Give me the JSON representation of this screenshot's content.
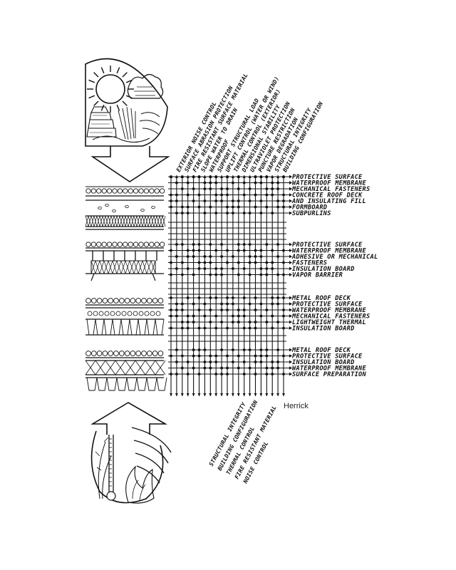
{
  "top_functions": [
    "EXTERIOR NOISE CONTROL",
    "SURFACE ABRASION PROTECTION",
    "FIRE RESISTANT SURFACE MATERIAL",
    "SLOPE WATER TO DRAIN",
    "WATERPROOF",
    "SUPPORT STRUCTURAL LOAD",
    "UPLIFT CONTROL (WATER OR WIND)",
    "THERMAL CONTROL (EXTERIOR)",
    "DIMENSIONAL STABILITY",
    "ULTRAVIOLET PROTECTION",
    "PUNCTURE RESTRICTION",
    "VAPOR DEGRADATION",
    "STRUCTURAL INTEGRITY",
    "BUILDING CONFIGURATION"
  ],
  "systems": [
    {
      "layers": [
        "PROTECTIVE SURFACE",
        "WATERPROOF MEMBRANE",
        "MECHANICAL FASTENERS",
        "CONCRETE ROOF DECK",
        "AND INSULATING FILL",
        "FORMBOARD",
        "SUBPURLINS"
      ]
    },
    {
      "layers": [
        "PROTECTIVE SURFACE",
        "WATERPROOF MEMBRANE",
        "ADHESIVE OR MECHANICAL",
        "FASTENERS",
        "INSULATION BOARD",
        "VAPOR BARRIER"
      ]
    },
    {
      "layers": [
        "METAL ROOF DECK",
        "PROTECTIVE SURFACE",
        "WATERPROOF MEMBRANE",
        "MECHANICAL FASTENERS",
        "LIGHTWEIGHT THERMAL",
        "INSULATION BOARD"
      ]
    },
    {
      "layers": [
        "METAL ROOF DECK",
        "PROTECTIVE SURFACE",
        "INSULATION BOARD",
        "WATERPROOF MEMBRANE",
        "SURFACE PREPARATION"
      ]
    }
  ],
  "bottom_functions": [
    "STRUCTURAL INTEGRITY",
    "BUILDING CONFIGURATION",
    "THERMAL CONTROL",
    "FIRE RESISTANT MATERIAL",
    "NOISE CONTROL"
  ],
  "credit": "Herrick"
}
